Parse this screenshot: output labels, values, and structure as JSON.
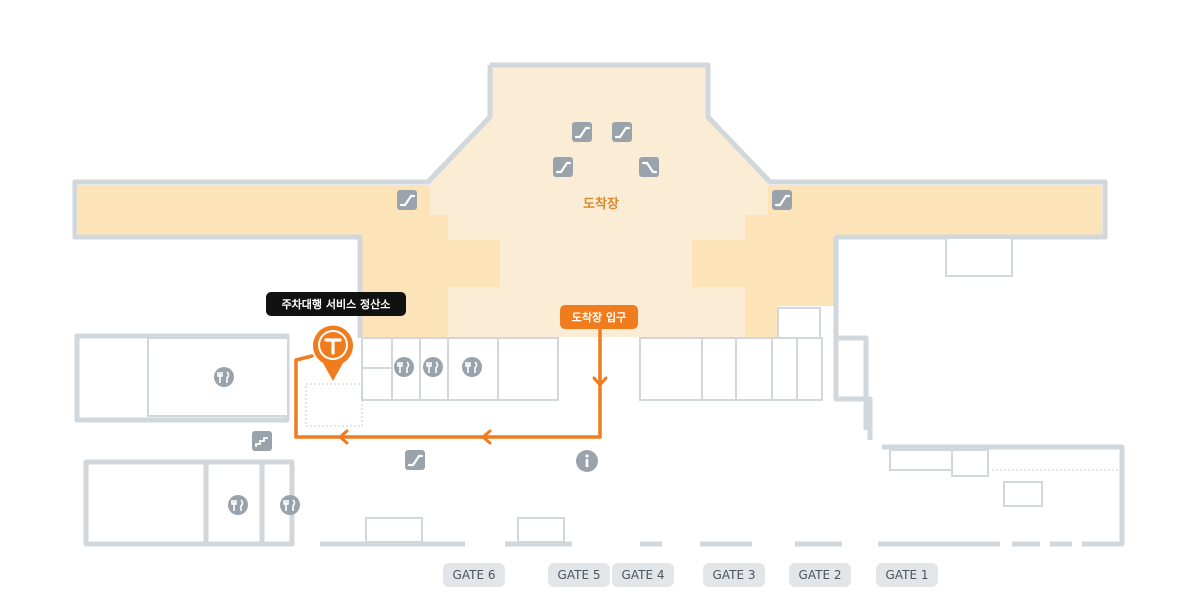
{
  "title": "",
  "zones": {
    "arrival_hall_label": "도착장"
  },
  "tags": {
    "valet_service": "주차대행 서비스 정산소",
    "arrival_entrance": "도착장 입구"
  },
  "gates": [
    {
      "label": "GATE 6"
    },
    {
      "label": "GATE 5"
    },
    {
      "label": "GATE 4"
    },
    {
      "label": "GATE 3"
    },
    {
      "label": "GATE 2"
    },
    {
      "label": "GATE 1"
    }
  ],
  "icons": {
    "restaurant": "restaurant-icon",
    "escalator": "escalator-icon",
    "stairs": "stairs-icon",
    "info": "info-icon",
    "valet_marker": "valet-location-pin-icon"
  },
  "colors": {
    "wall": "#d2d7dc",
    "arrival_fill": "#fbecd6",
    "wing_fill": "#fde4b8",
    "route": "#f07c1e",
    "icon_gray": "#9aa3ab",
    "gate_bg": "#e3e6e9",
    "tag_dark": "#111111"
  }
}
